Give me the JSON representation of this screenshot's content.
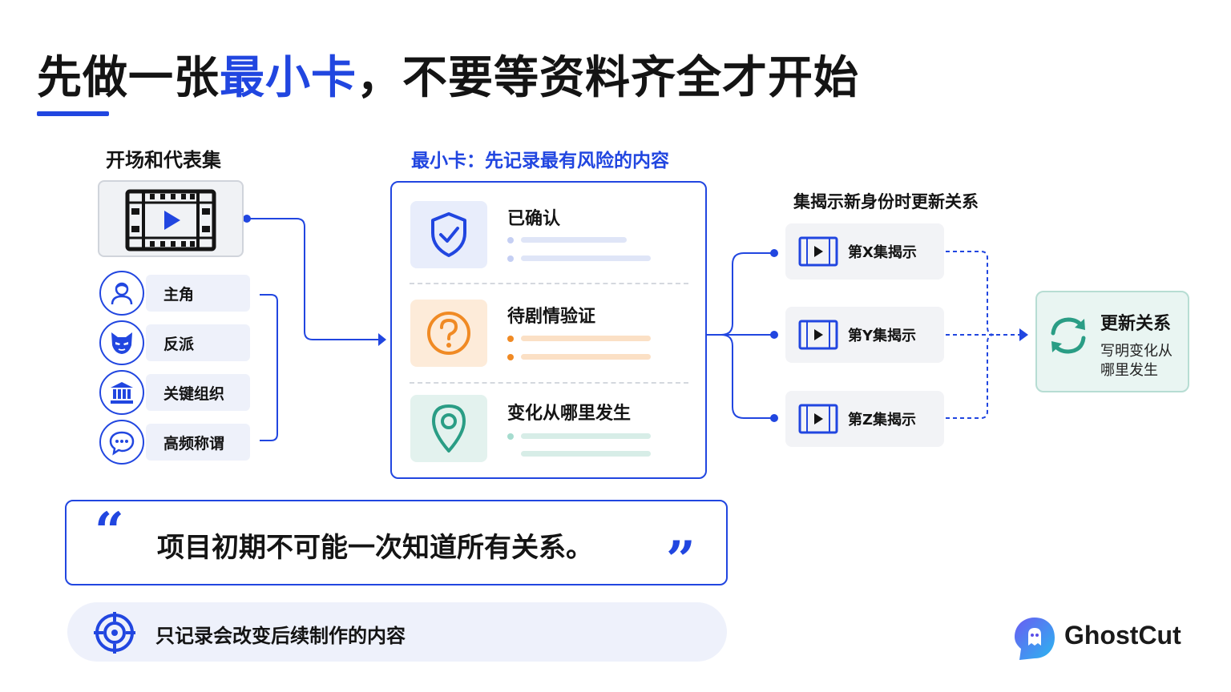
{
  "title": {
    "part1": "先做一张",
    "highlight": "最小卡",
    "part2": "，不要等资料齐全才开始"
  },
  "left": {
    "heading": "开场和代表集",
    "items": [
      {
        "label": "主角",
        "icon": "person-icon"
      },
      {
        "label": "反派",
        "icon": "villain-mask-icon"
      },
      {
        "label": "关键组织",
        "icon": "institution-icon"
      },
      {
        "label": "高频称谓",
        "icon": "chat-bubble-icon"
      }
    ]
  },
  "middle": {
    "heading": "最小卡：先记录最有风险的内容",
    "rows": [
      {
        "label": "已确认",
        "icon": "shield-check-icon"
      },
      {
        "label": "待剧情验证",
        "icon": "question-circle-icon"
      },
      {
        "label": "变化从哪里发生",
        "icon": "location-pin-icon"
      }
    ]
  },
  "right": {
    "heading": "集揭示新身份时更新关系",
    "episodes": [
      {
        "label": "第X集揭示"
      },
      {
        "label": "第Y集揭示"
      },
      {
        "label": "第Z集揭示"
      }
    ],
    "update": {
      "title": "更新关系",
      "subtitle": "写明变化从哪里发生",
      "icon": "refresh-cycle-icon"
    }
  },
  "quote": "项目初期不可能一次知道所有关系。",
  "bottom": {
    "text": "只记录会改变后续制作的内容",
    "icon": "target-icon"
  },
  "brand": {
    "name": "GhostCut",
    "icon": "ghost-logo-icon"
  },
  "colors": {
    "accent": "#2146e0",
    "orange": "#f08a24",
    "teal": "#2a9d85"
  }
}
